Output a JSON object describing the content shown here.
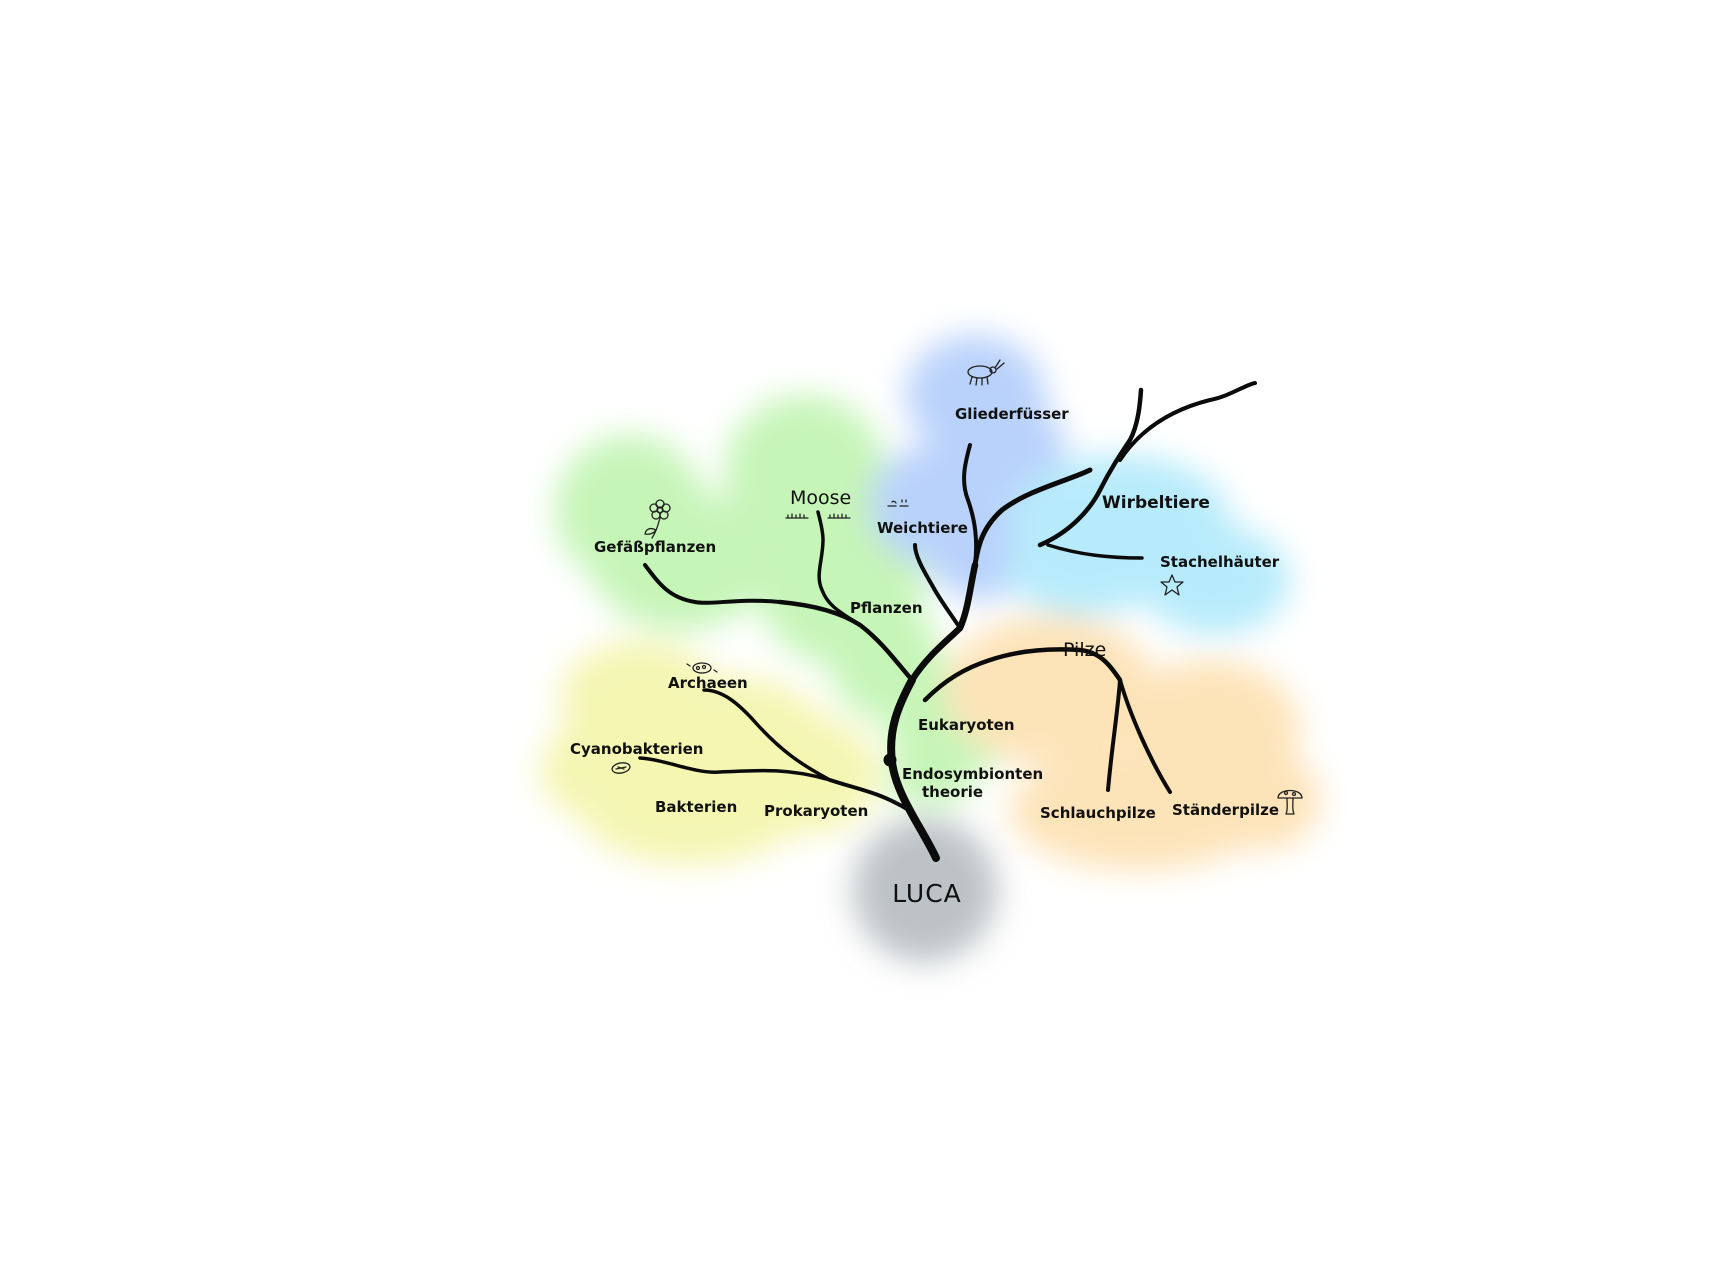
{
  "colors": {
    "background": "#ffffff",
    "plants": "#c6f5b8",
    "animals_arthropods": "#b9d2fb",
    "animals_vertebrates": "#b7ebfb",
    "fungi": "#fde3b8",
    "prokaryotes": "#f4f6b2",
    "luca": "#bcc2c6",
    "branch": "#0b0b0b"
  },
  "labels": {
    "luca": "LUCA",
    "prokaryoten": "Prokaryoten",
    "bakterien": "Bakterien",
    "cyanobakterien": "Cyanobakterien",
    "archaeen": "Archaeen",
    "eukaryoten": "Eukaryoten",
    "endosymbionten_1": "Endosymbionten",
    "endosymbionten_2": "theorie",
    "pflanzen": "Pflanzen",
    "moose": "Moose",
    "gefaesspflanzen": "Gefäßpflanzen",
    "weichtiere": "Weichtiere",
    "gliederfuesser": "Gliederfüsser",
    "wirbeltiere": "Wirbeltiere",
    "stachelhaeuter": "Stachelhäuter",
    "pilze": "Pilze",
    "schlauchpilze": "Schlauchpilze",
    "staenderpilze": "Ständerpilze"
  },
  "icons": {
    "flower": "flower-icon",
    "moss": "moss-icon",
    "snail": "snail-icon",
    "insect": "insect-icon",
    "starfish": "starfish-icon",
    "mushroom": "mushroom-icon",
    "archaea": "archaea-icon",
    "bacterium": "bacterium-icon"
  }
}
